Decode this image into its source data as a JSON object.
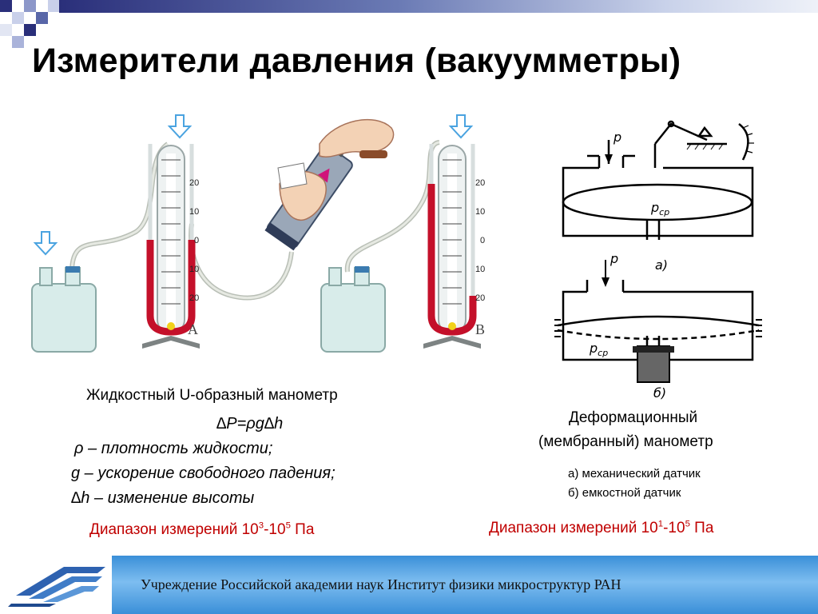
{
  "slide": {
    "title": "Измерители давления (вакуумметры)"
  },
  "liquid_manometer": {
    "caption": "Жидкостный U-образный манометр",
    "formula": "∆P=ρg∆h",
    "rho_def": "ρ – плотность жидкости;",
    "g_def": "g – ускорение свободного падения;",
    "h_def": "∆h – изменение высоты",
    "range_prefix": "Диапазон измерений 10",
    "range_exp1": "3",
    "range_mid": "-10",
    "range_exp2": "5",
    "range_unit": " Па",
    "scale_labels": [
      "20",
      "10",
      "0",
      "10",
      "20"
    ],
    "label_a": "A",
    "label_b": "B"
  },
  "membrane_manometer": {
    "caption_line1": "Деформационный",
    "caption_line2": "(мембранный) манометр",
    "note_a": "а) механический датчик",
    "note_b": "б) емкостной датчик",
    "range_prefix": "Диапазон измерений 10",
    "range_exp1": "1",
    "range_mid": "-10",
    "range_exp2": "5",
    "range_unit": " Па",
    "label_p": "p",
    "label_pcp": "p",
    "label_pcp_sub": "ср",
    "label_a": "а)",
    "label_b": "б)"
  },
  "footer": {
    "text": "Учреждение Российской академии наук Институт  физики  микроструктур  РАН"
  },
  "colors": {
    "liquid": "#c4102a",
    "accent_red": "#c00000",
    "footer_blue": "#3a8fd8",
    "title_bar": "#2a2f7a"
  },
  "icons": [
    "down-arrow-icon",
    "pump-icon",
    "hand-icon",
    "institute-logo-icon"
  ]
}
